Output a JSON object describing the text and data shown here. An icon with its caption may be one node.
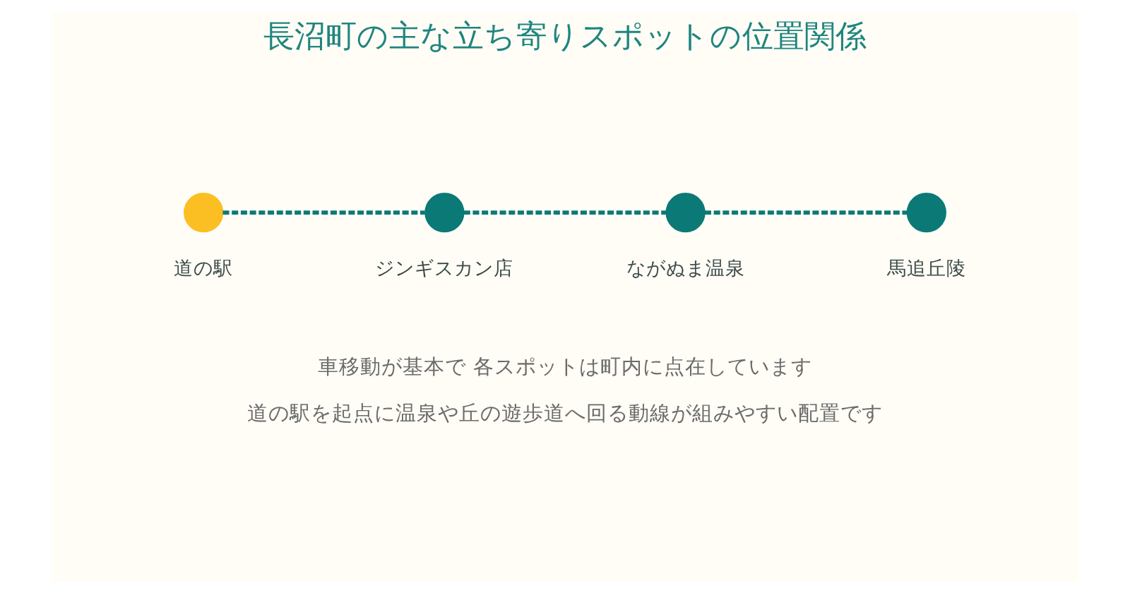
{
  "diagram": {
    "title": "長沼町の主な立ち寄りスポットの位置関係",
    "nodes": [
      {
        "text": [
          "道の駅"
        ]
      },
      {
        "text": [
          "ジンギスカン店"
        ]
      },
      {
        "text": [
          "ながぬま温泉"
        ]
      },
      {
        "text": [
          "馬追丘陵"
        ]
      }
    ],
    "edges": [
      {
        "from": 0,
        "to": 1,
        "arrow": "none",
        "style": "dashed"
      },
      {
        "from": 1,
        "to": 2,
        "arrow": "none",
        "style": "dashed"
      },
      {
        "from": 2,
        "to": 3,
        "arrow": "none",
        "style": "dashed"
      }
    ],
    "labels": [
      "車移動が基本で 各スポットは町内に点在しています",
      "道の駅を起点に温泉や丘の遊歩道へ回る動線が組みやすい配置です"
    ]
  }
}
